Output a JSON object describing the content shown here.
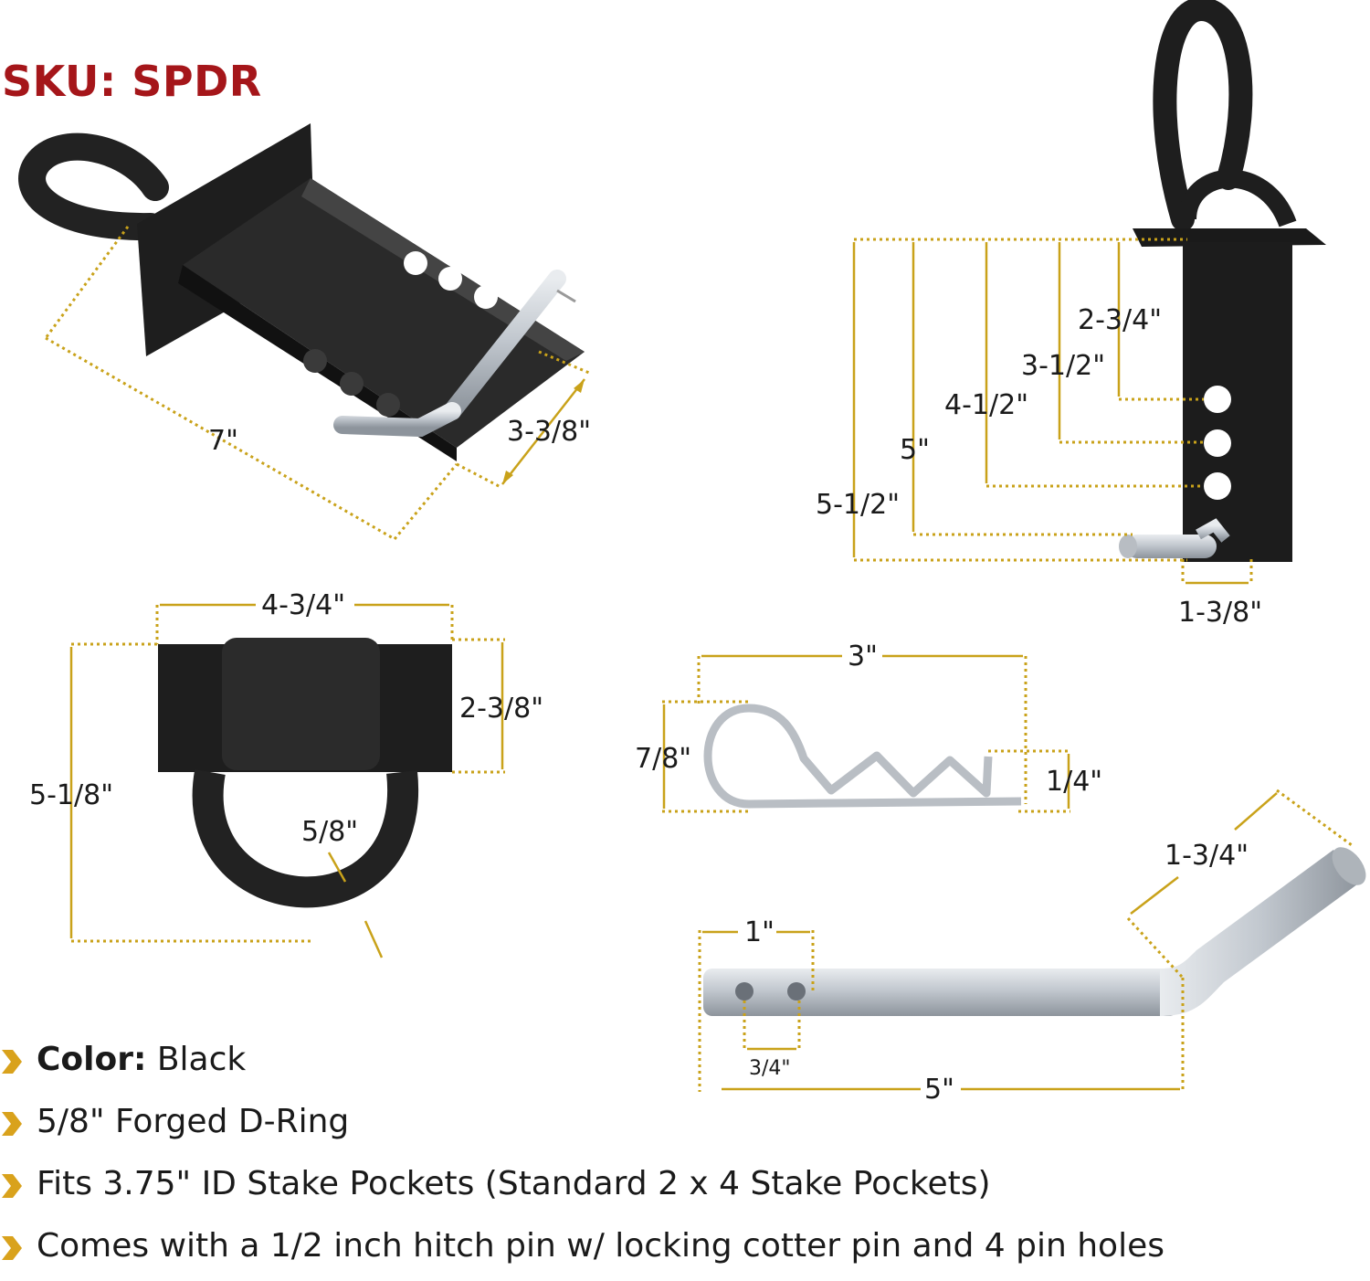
{
  "sku": "SKU: SPDR",
  "colors": {
    "sku_red": "#a5161a",
    "dimension_gold": "#c9a21a",
    "steel_black": "#1c1c1c",
    "zinc_silver": "#c7ccd2"
  },
  "dimensions": {
    "front_length": "7\"",
    "front_width": "3-3/8\"",
    "side_a": "2-3/4\"",
    "side_b": "3-1/2\"",
    "side_c": "4-1/2\"",
    "side_d": "5\"",
    "side_e": "5-1/2\"",
    "side_depth": "1-3/8\"",
    "plate_width": "4-3/4\"",
    "plate_height": "2-3/8\"",
    "ring_height": "5-1/8\"",
    "ring_thickness": "5/8\"",
    "cotter_length": "3\"",
    "cotter_height": "7/8\"",
    "cotter_tip": "1/4\"",
    "pin_bend": "1-3/4\"",
    "pin_hole_offset": "1\"",
    "pin_hole_spacing": "3/4\"",
    "pin_length": "5\""
  },
  "features": [
    {
      "label": "Color:",
      "text": " Black"
    },
    {
      "label": "",
      "text": "5/8\" Forged D-Ring"
    },
    {
      "label": "",
      "text": "Fits 3.75\" ID Stake Pockets (Standard 2 x 4 Stake Pockets)"
    },
    {
      "label": "",
      "text": "Comes with a 1/2 inch hitch pin w/ locking cotter pin and 4 pin holes"
    }
  ],
  "icons": {
    "bullet": "chevron-right-icon"
  }
}
